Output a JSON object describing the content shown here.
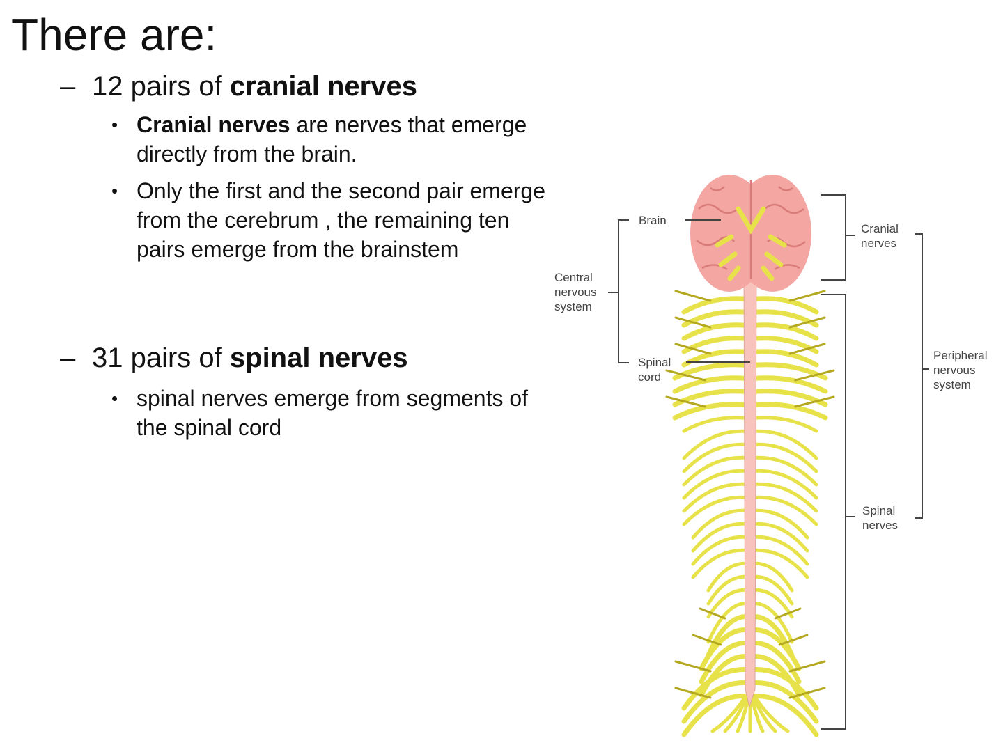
{
  "slide": {
    "title": "There are:",
    "cranial": {
      "prefix": "12 pairs of ",
      "bold": "cranial nerves",
      "bullets": [
        {
          "bold": "Cranial nerves",
          "text": " are nerves that emerge directly from the brain."
        },
        {
          "bold": "",
          "text": "Only the first and the second pair emerge from the cerebrum , the remaining ten pairs emerge from the brainstem"
        }
      ]
    },
    "spinal": {
      "prefix": "31 pairs of ",
      "bold": "spinal nerves",
      "bullets": [
        {
          "bold": "",
          "text": "spinal nerves emerge from segments of the spinal cord"
        }
      ]
    }
  },
  "diagram": {
    "labels": {
      "brain": "Brain",
      "cns": [
        "Central",
        "nervous",
        "system"
      ],
      "spinal_cord": [
        "Spinal",
        "cord"
      ],
      "cranial_nerves": [
        "Cranial",
        "nerves"
      ],
      "pns": [
        "Peripheral",
        "nervous",
        "system"
      ],
      "spinal_nerves": [
        "Spinal",
        "nerves"
      ]
    },
    "colors": {
      "brain": "#f4a6a3",
      "brain_folds": "#d97c79",
      "cord": "#f7c3bc",
      "nerves": "#e8e24a",
      "nerve_outline": "#b3a820",
      "labels": "#444444"
    }
  }
}
